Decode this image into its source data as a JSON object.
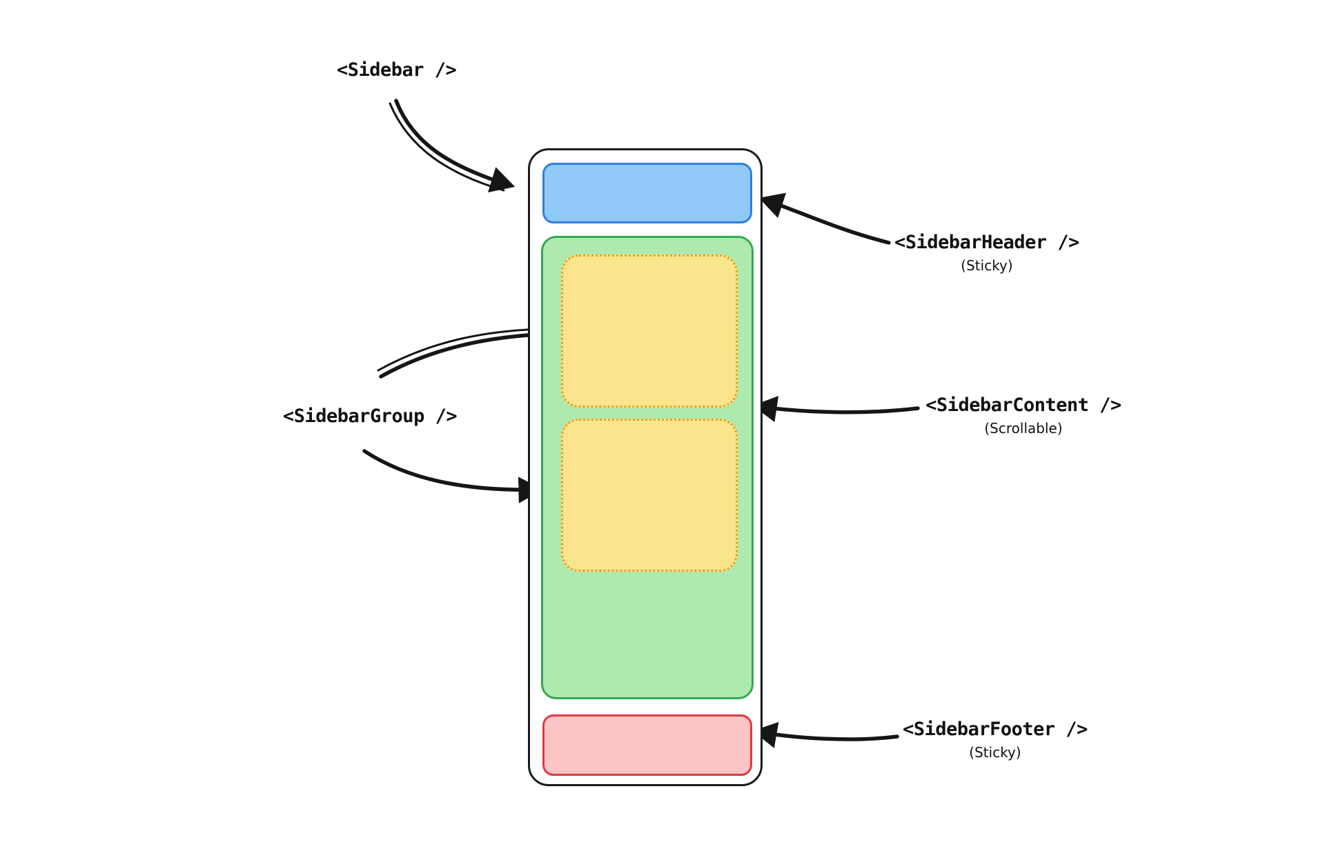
{
  "diagram": {
    "sidebar_label": "<Sidebar />",
    "header_label": "<SidebarHeader />",
    "header_sub": "(Sticky)",
    "content_label": "<SidebarContent />",
    "content_sub": "(Scrollable)",
    "group_label": "<SidebarGroup />",
    "footer_label": "<SidebarFooter />",
    "footer_sub": "(Sticky)",
    "colors": {
      "outline": "#1A1A1A",
      "arrow": "#161616",
      "header_fill": "#90C8F8",
      "header_border": "#2E7FE0",
      "content_fill": "#AEE9AE",
      "content_border": "#35A853",
      "group_fill": "#FBE58C",
      "group_border": "#EE9D20",
      "footer_fill": "#FBC4C6",
      "footer_border": "#E0393E"
    }
  }
}
